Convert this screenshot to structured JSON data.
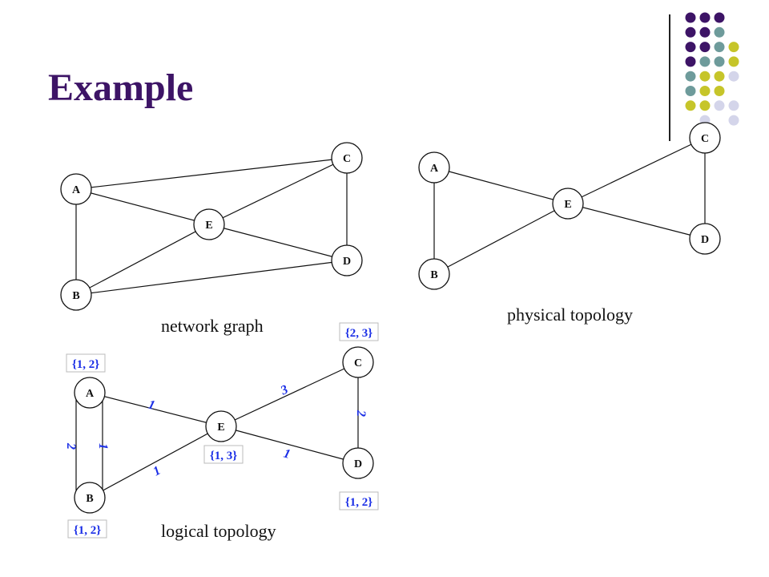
{
  "slide": {
    "title": "Example",
    "theme_colors": [
      "#3d1466",
      "#6e9b9b",
      "#c6c52a",
      "#d4d5ea"
    ]
  },
  "network_graph": {
    "caption": "network graph",
    "nodes": [
      "A",
      "B",
      "C",
      "D",
      "E"
    ],
    "edges": [
      [
        "A",
        "B"
      ],
      [
        "A",
        "C"
      ],
      [
        "A",
        "E"
      ],
      [
        "C",
        "E"
      ],
      [
        "C",
        "D"
      ],
      [
        "B",
        "E"
      ],
      [
        "B",
        "D"
      ],
      [
        "E",
        "D"
      ]
    ]
  },
  "physical_topology": {
    "caption": "physical topology",
    "nodes": [
      "A",
      "B",
      "C",
      "D",
      "E"
    ],
    "edges": [
      [
        "A",
        "B"
      ],
      [
        "A",
        "E"
      ],
      [
        "B",
        "E"
      ],
      [
        "C",
        "E"
      ],
      [
        "C",
        "D"
      ],
      [
        "D",
        "E"
      ]
    ]
  },
  "logical_topology": {
    "caption": "logical topology",
    "nodes": [
      "A",
      "B",
      "C",
      "D",
      "E"
    ],
    "node_sets": {
      "A": "{1, 2}",
      "B": "{1, 2}",
      "C": "{2, 3}",
      "D": "{1, 2}",
      "E": "{1, 3}"
    },
    "edge_labels": {
      "A-B-outer": "2",
      "A-B-inner": "1",
      "A-E": "1",
      "B-E": "1",
      "E-C": "3",
      "C-D": "2",
      "E-D": "1"
    }
  }
}
